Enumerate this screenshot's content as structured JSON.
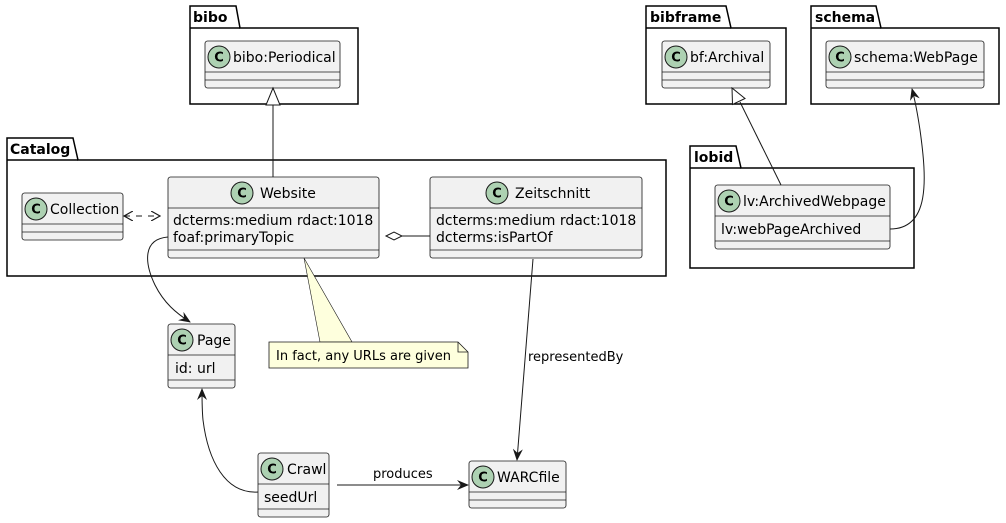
{
  "packages": {
    "bibo": "bibo",
    "bibframe": "bibframe",
    "schema": "schema",
    "catalog": "Catalog",
    "lobid": "lobid"
  },
  "class_icon_letter": "C",
  "classes": {
    "periodical": {
      "name": "bibo:Periodical",
      "attrs": []
    },
    "archival": {
      "name": "bf:Archival",
      "attrs": []
    },
    "webpage": {
      "name": "schema:WebPage",
      "attrs": []
    },
    "collection": {
      "name": "Collection",
      "attrs": []
    },
    "website": {
      "name": "Website",
      "attrs": [
        "dcterms:medium rdact:1018",
        "foaf:primaryTopic"
      ]
    },
    "zeitschnitt": {
      "name": "Zeitschnitt",
      "attrs": [
        "dcterms:medium rdact:1018",
        "dcterms:isPartOf"
      ]
    },
    "archivedwebpage": {
      "name": "lv:ArchivedWebpage",
      "attrs": [
        "lv:webPageArchived"
      ]
    },
    "page": {
      "name": "Page",
      "attrs": [
        "id: url"
      ]
    },
    "crawl": {
      "name": "Crawl",
      "attrs": [
        "seedUrl"
      ]
    },
    "warcfile": {
      "name": "WARCfile",
      "attrs": []
    }
  },
  "note": "In fact, any URLs are given",
  "edge_labels": {
    "represented_by": "representedBy",
    "produces": "produces"
  },
  "colors": {
    "class_fill": "#F1F1F1",
    "class_icon": "#ADD1B2",
    "note_fill": "#FEFFDD",
    "border": "#181818"
  }
}
